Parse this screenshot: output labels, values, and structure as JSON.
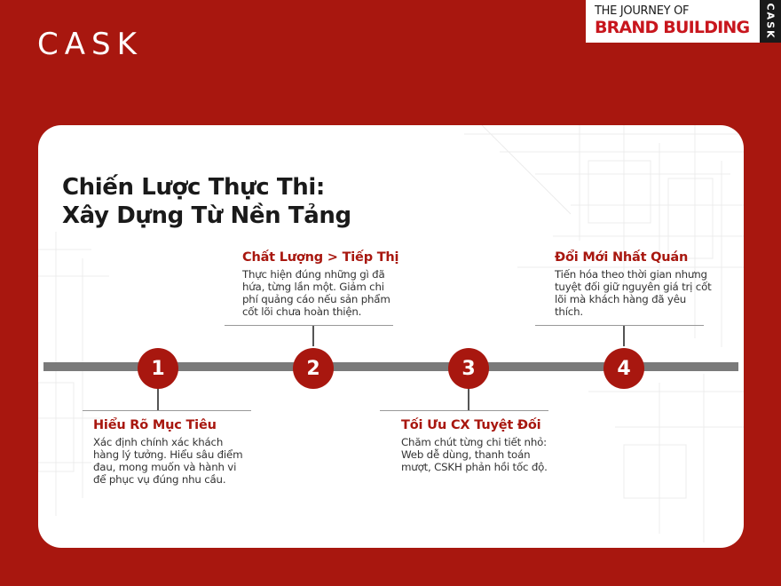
{
  "brand": {
    "logo_text": "CASK"
  },
  "badge": {
    "line1": "THE JOURNEY OF",
    "line2": "BRAND BUILDING",
    "side": "CASK"
  },
  "title": {
    "line1": "Chiến Lược Thực Thi:",
    "line2": "Xây Dựng Từ Nền Tảng"
  },
  "colors": {
    "background": "#a8170f",
    "accent": "#a8170f",
    "timeline": "#7a7a7a",
    "card": "#ffffff"
  },
  "steps": [
    {
      "number": "1",
      "heading": "Hiểu Rõ Mục Tiêu",
      "text": "Xác định chính xác khách hàng lý tưởng. Hiểu sâu điểm đau, mong muốn và hành vi để phục vụ đúng nhu cầu."
    },
    {
      "number": "2",
      "heading": "Chất Lượng > Tiếp Thị",
      "text": "Thực hiện đúng những gì đã hứa, từng lần một. Giảm chi phí quảng cáo nếu sản phẩm cốt lõi chưa hoàn thiện."
    },
    {
      "number": "3",
      "heading": "Tối Ưu CX Tuyệt Đối",
      "text": "Chăm chút từng chi tiết nhỏ: Web dễ dùng, thanh toán mượt, CSKH phản hồi tốc độ."
    },
    {
      "number": "4",
      "heading": "Đổi Mới Nhất Quán",
      "text": "Tiến hóa theo thời gian nhưng tuyệt đối giữ nguyên giá trị cốt lõi mà khách hàng đã yêu thích."
    }
  ]
}
